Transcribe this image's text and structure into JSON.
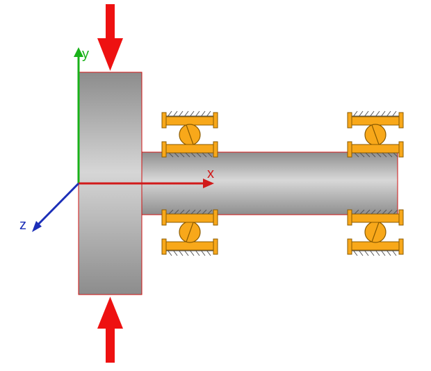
{
  "axes": {
    "x": {
      "label": "x",
      "color": "#d11a1a"
    },
    "y": {
      "label": "y",
      "color": "#19b219"
    },
    "z": {
      "label": "z",
      "color": "#1c2fb8"
    }
  },
  "colors": {
    "force": "#ee1111",
    "bearing": "#f8a81a",
    "bearing_stroke": "#8a5a00",
    "shaft_dark": "#8f8f8f",
    "shaft_light": "#d4d4d4",
    "outline": "#d01010",
    "hatch": "#555555"
  },
  "elements": {
    "disk": "disk",
    "shaft": "shaft",
    "bearings": [
      "bearing-left-top",
      "bearing-left-bottom",
      "bearing-right-top",
      "bearing-right-bottom"
    ],
    "forces": [
      "force-arrow-top",
      "force-arrow-bottom"
    ]
  }
}
